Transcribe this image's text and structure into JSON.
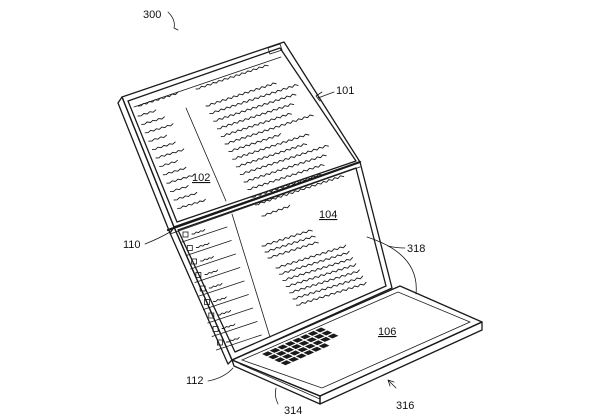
{
  "figure": {
    "figure_number": "300",
    "labels": {
      "upper_panel": "101",
      "left_display": "102",
      "right_display": "104",
      "keyboard_base": "106",
      "hinge_fold": "110",
      "lower_hinge": "112",
      "hinge_angle": "318",
      "keyboard_area": "314",
      "base_edge": "316"
    }
  }
}
